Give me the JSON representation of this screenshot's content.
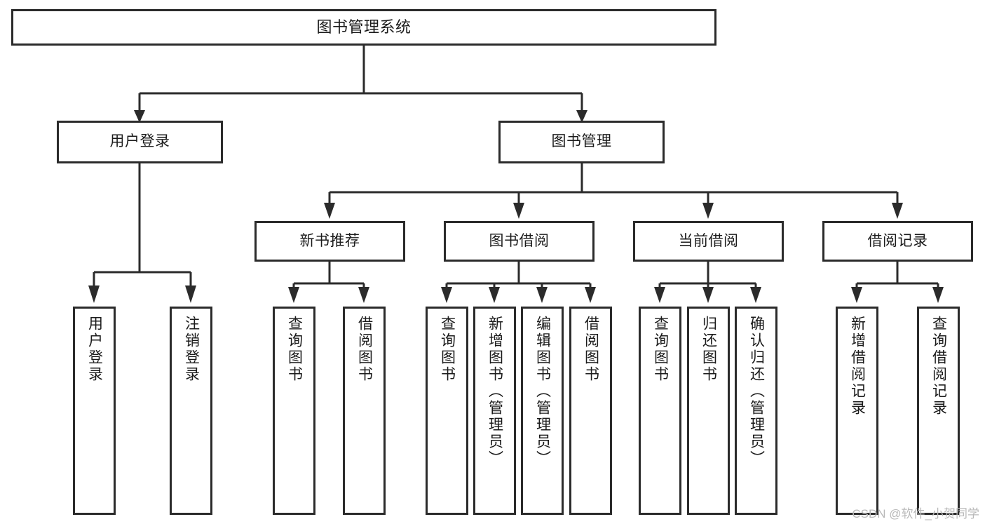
{
  "diagram": {
    "title": "图书管理系统",
    "type": "functional-structure-tree",
    "root": {
      "id": "root",
      "label": "图书管理系统"
    },
    "level2": [
      {
        "id": "user-login",
        "label": "用户登录"
      },
      {
        "id": "book-manage",
        "label": "图书管理"
      }
    ],
    "level3": [
      {
        "id": "new-book-rec",
        "label": "新书推荐"
      },
      {
        "id": "book-borrow",
        "label": "图书借阅"
      },
      {
        "id": "current-borrow",
        "label": "当前借阅"
      },
      {
        "id": "borrow-record",
        "label": "借阅记录"
      }
    ],
    "leaves": {
      "user_login": [
        {
          "id": "leaf-user-login",
          "label": "用户登录"
        },
        {
          "id": "leaf-user-logout",
          "label": "注销登录"
        }
      ],
      "new_book_rec": [
        {
          "id": "leaf-query-book-1",
          "label": "查询图书"
        },
        {
          "id": "leaf-borrow-book-1",
          "label": "借阅图书"
        }
      ],
      "book_borrow": [
        {
          "id": "leaf-query-book-2",
          "label": "查询图书"
        },
        {
          "id": "leaf-add-book",
          "label": "新增图书（管理员）"
        },
        {
          "id": "leaf-edit-book",
          "label": "编辑图书（管理员）"
        },
        {
          "id": "leaf-borrow-book-2",
          "label": "借阅图书"
        }
      ],
      "current_borrow": [
        {
          "id": "leaf-query-book-3",
          "label": "查询图书"
        },
        {
          "id": "leaf-return-book",
          "label": "归还图书"
        },
        {
          "id": "leaf-confirm-return",
          "label": "确认归还（管理员）"
        }
      ],
      "borrow_record": [
        {
          "id": "leaf-add-record",
          "label": "新增借阅记录"
        },
        {
          "id": "leaf-query-record",
          "label": "查询借阅记录"
        }
      ]
    }
  },
  "watermark": {
    "text": "CSDN @软件_小贺同学"
  },
  "colors": {
    "stroke": "#2b2b2b",
    "background": "#ffffff",
    "text": "#1b1b1b",
    "watermark": "#b9b9b9"
  }
}
